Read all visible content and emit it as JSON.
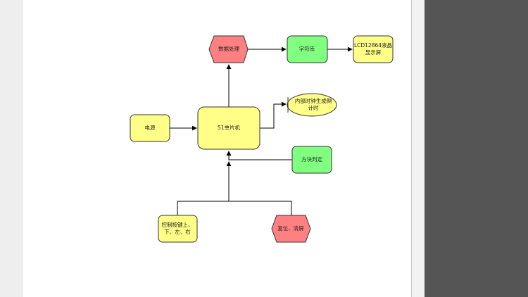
{
  "colors": {
    "yellow": "#ffff88",
    "green": "#80ff80",
    "red": "#ff8080",
    "stroke": "#333333",
    "dark_area": "#555555"
  },
  "nodes": {
    "data_processing": "数据处理",
    "font_library": "字符库",
    "lcd_display": [
      "LCD12864液晶",
      "显示屏"
    ],
    "internal_clock": [
      "内部时钟生成倒",
      "计时"
    ],
    "power": "电源",
    "mcu": "51单片机",
    "block_judge": "方块判定",
    "control_keys": [
      "控制按键上、",
      "下、左、右"
    ],
    "reset_clear": "复位、清屏"
  }
}
